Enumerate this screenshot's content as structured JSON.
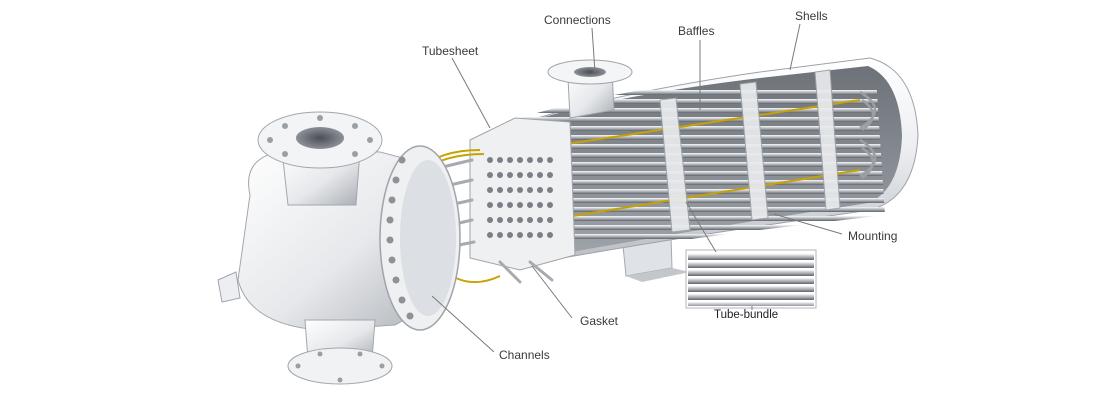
{
  "diagram": {
    "labels": {
      "connections": "Connections",
      "baffles": "Baffles",
      "shells": "Shells",
      "tubesheet": "Tubesheet",
      "mounting": "Mounting",
      "gasket": "Gasket",
      "channels": "Channels",
      "tube_bundle": "Tube-bundle"
    },
    "colors": {
      "background": "#ffffff",
      "metal_light": "#f2f3f5",
      "metal_mid": "#c9ccd1",
      "metal_dark": "#6f747b",
      "gasket_yellow": "#c8a200",
      "leader_line": "#7a7a7a"
    }
  }
}
